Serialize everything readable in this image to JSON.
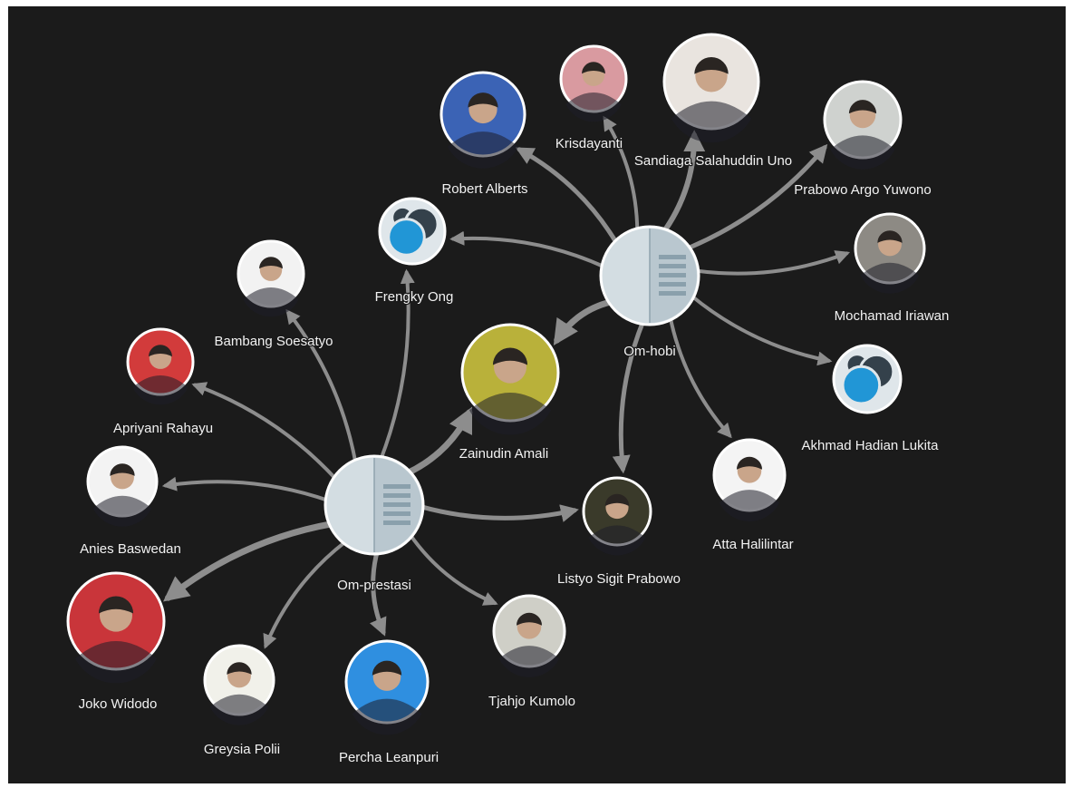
{
  "hubs": [
    {
      "id": "om-hobi",
      "label": "Om-hobi"
    },
    {
      "id": "om-prestasi",
      "label": "Om-prestasi"
    }
  ],
  "people": [
    {
      "id": "krisdayanti",
      "label": "Krisdayanti",
      "avatar": "photo",
      "bg": "#d99aa0"
    },
    {
      "id": "sandiaga",
      "label": "Sandiaga Salahuddin Uno",
      "avatar": "photo",
      "bg": "#e9e4df"
    },
    {
      "id": "robert-alberts",
      "label": "Robert Alberts",
      "avatar": "photo",
      "bg": "#3b63b5"
    },
    {
      "id": "prabowo-argo",
      "label": "Prabowo Argo Yuwono",
      "avatar": "photo",
      "bg": "#cfd2cf"
    },
    {
      "id": "frengky-ong",
      "label": "Frengky Ong",
      "avatar": "default-avatar-icon",
      "bg": "#dfe6ea"
    },
    {
      "id": "mochamad-iriawan",
      "label": "Mochamad Iriawan",
      "avatar": "photo",
      "bg": "#8d8a84"
    },
    {
      "id": "bambang-soesatyo",
      "label": "Bambang Soesatyo",
      "avatar": "photo",
      "bg": "#f2f2f2"
    },
    {
      "id": "zainudin-amali",
      "label": "Zainudin Amali",
      "avatar": "photo",
      "bg": "#b9b13a"
    },
    {
      "id": "akhmad-hadian",
      "label": "Akhmad Hadian Lukita",
      "avatar": "default-avatar-icon",
      "bg": "#dfe6ea"
    },
    {
      "id": "apriyani",
      "label": "Apriyani Rahayu",
      "avatar": "photo",
      "bg": "#d23b3b"
    },
    {
      "id": "atta",
      "label": "Atta Halilintar",
      "avatar": "photo",
      "bg": "#f4f4f4"
    },
    {
      "id": "anies",
      "label": "Anies Baswedan",
      "avatar": "photo",
      "bg": "#f3f3f3"
    },
    {
      "id": "listyo",
      "label": "Listyo Sigit Prabowo",
      "avatar": "photo",
      "bg": "#3a3a2a"
    },
    {
      "id": "joko",
      "label": "Joko Widodo",
      "avatar": "photo",
      "bg": "#c9353a"
    },
    {
      "id": "tjahjo",
      "label": "Tjahjo Kumolo",
      "avatar": "photo",
      "bg": "#cfcfc7"
    },
    {
      "id": "greysia",
      "label": "Greysia Polii",
      "avatar": "photo",
      "bg": "#f1f1ea"
    },
    {
      "id": "percha",
      "label": "Percha Leanpuri",
      "avatar": "photo",
      "bg": "#2f8fe0"
    }
  ],
  "edges": [
    {
      "from": "om-hobi",
      "to": "krisdayanti"
    },
    {
      "from": "om-hobi",
      "to": "sandiaga"
    },
    {
      "from": "om-hobi",
      "to": "robert-alberts"
    },
    {
      "from": "om-hobi",
      "to": "prabowo-argo"
    },
    {
      "from": "om-hobi",
      "to": "frengky-ong"
    },
    {
      "from": "om-hobi",
      "to": "mochamad-iriawan"
    },
    {
      "from": "om-hobi",
      "to": "zainudin-amali"
    },
    {
      "from": "om-hobi",
      "to": "akhmad-hadian"
    },
    {
      "from": "om-hobi",
      "to": "atta"
    },
    {
      "from": "om-hobi",
      "to": "listyo"
    },
    {
      "from": "om-prestasi",
      "to": "zainudin-amali"
    },
    {
      "from": "om-prestasi",
      "to": "frengky-ong"
    },
    {
      "from": "om-prestasi",
      "to": "bambang-soesatyo"
    },
    {
      "from": "om-prestasi",
      "to": "apriyani"
    },
    {
      "from": "om-prestasi",
      "to": "anies"
    },
    {
      "from": "om-prestasi",
      "to": "joko"
    },
    {
      "from": "om-prestasi",
      "to": "greysia"
    },
    {
      "from": "om-prestasi",
      "to": "percha"
    },
    {
      "from": "om-prestasi",
      "to": "tjahjo"
    },
    {
      "from": "om-prestasi",
      "to": "listyo"
    }
  ]
}
